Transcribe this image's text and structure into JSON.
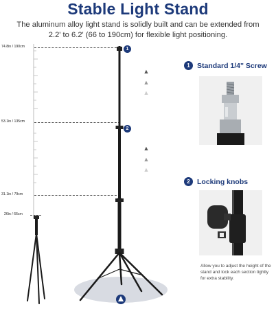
{
  "header": {
    "title": "Stable Light Stand",
    "subtitle": "The aluminum alloy light stand is solidly built and can be extended from 2.2' to 6.2' (66 to 190cm) for flexible light positioning."
  },
  "measurements": [
    {
      "label": "74.8in / 190cm"
    },
    {
      "label": "53.1in / 135cm"
    },
    {
      "label": "31.1in / 79cm"
    },
    {
      "label": "26in / 66cm"
    }
  ],
  "markers": {
    "one": "1",
    "two": "2"
  },
  "features": [
    {
      "number": "1",
      "label": "Standard 1/4\" Screw",
      "icon": "screw-photo"
    },
    {
      "number": "2",
      "label": "Locking knobs",
      "icon": "knob-photo"
    }
  ],
  "caption": "Allow you to adjust the height of the stand and lock each section tightly for extra stability.",
  "colors": {
    "brand": "#1d3a7a",
    "metal": "#1a1a1a"
  }
}
